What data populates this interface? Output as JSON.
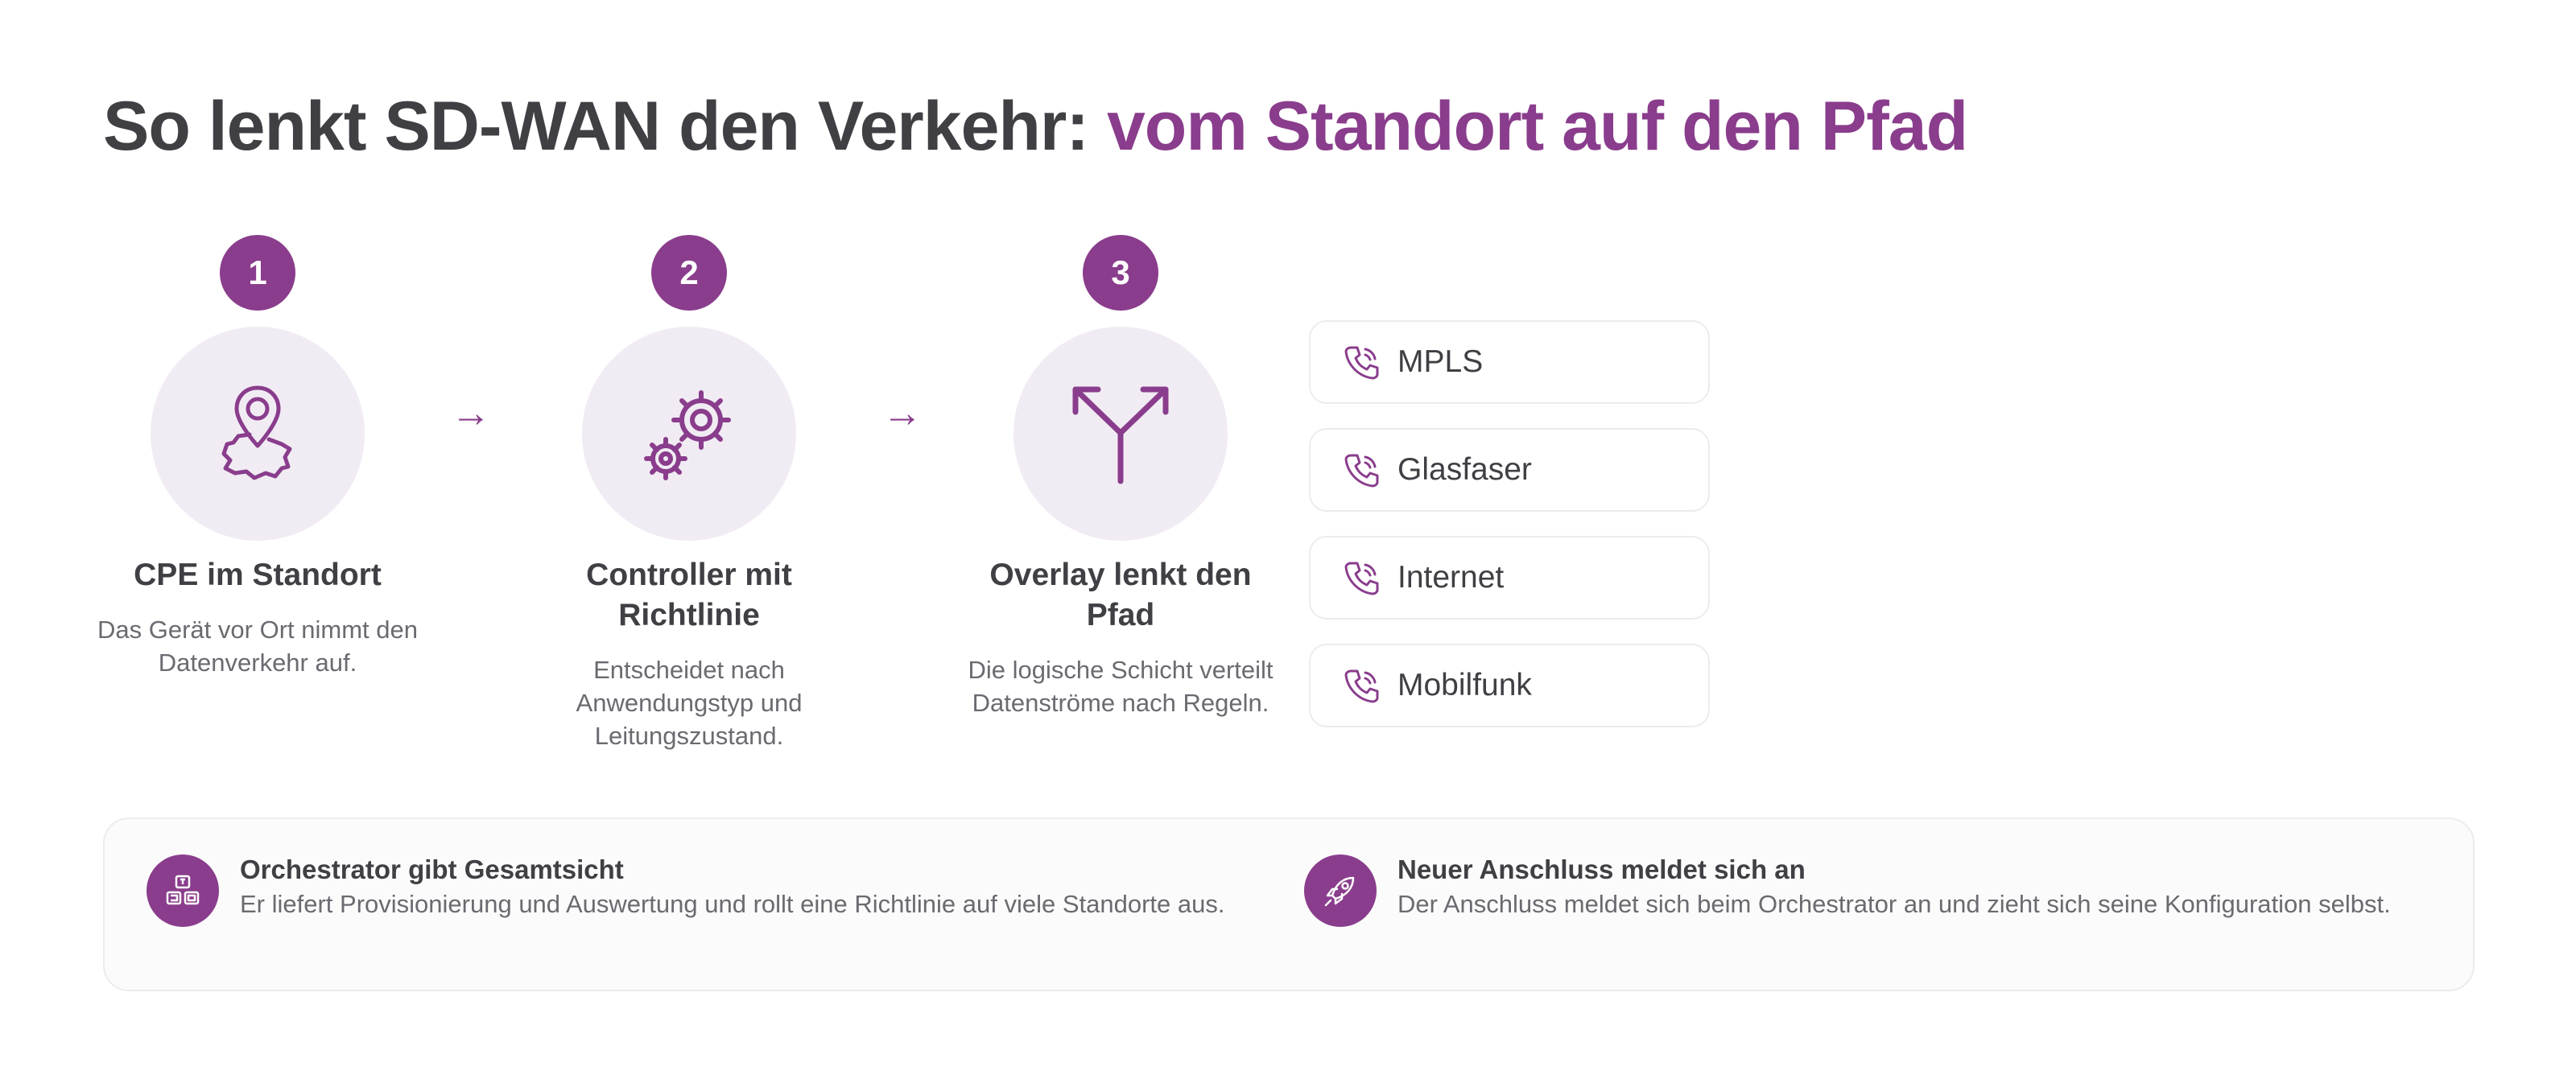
{
  "header": {
    "title_main": "So lenkt SD-WAN den Verkehr:",
    "title_accent": "vom Standort auf den Pfad"
  },
  "steps": [
    {
      "number": "1",
      "icon": "map-pin-icon",
      "title": "CPE im Standort",
      "description": "Das Gerät vor Ort nimmt den Datenverkehr auf."
    },
    {
      "number": "2",
      "icon": "gears-icon",
      "title": "Controller mit Richtlinie",
      "description": "Entscheidet nach Anwendungstyp und Leitungszustand."
    },
    {
      "number": "3",
      "icon": "split-arrow-icon",
      "title": "Overlay lenkt den Pfad",
      "description": "Die logische Schicht verteilt Datenströme nach Regeln."
    }
  ],
  "arrows": [
    "→",
    "→"
  ],
  "paths": [
    {
      "label": "MPLS",
      "icon": "phone-icon"
    },
    {
      "label": "Glasfaser",
      "icon": "phone-icon"
    },
    {
      "label": "Internet",
      "icon": "phone-icon"
    },
    {
      "label": "Mobilfunk",
      "icon": "phone-icon"
    }
  ],
  "info": [
    {
      "icon": "keyboard-keys-icon",
      "title": "Orchestrator gibt Gesamtsicht",
      "description": "Er liefert Provisionierung und Auswertung und rollt eine Richtlinie auf viele Standorte aus."
    },
    {
      "icon": "rocket-icon",
      "title": "Neuer Anschluss meldet sich an",
      "description": "Der Anschluss meldet sich beim Orchestrator an und zieht sich seine Konfiguration selbst."
    }
  ],
  "colors": {
    "accent": "#8a3d8c",
    "text": "#3f3f44",
    "muted": "#6a6a70",
    "circle_bg": "#f1ecf4"
  }
}
